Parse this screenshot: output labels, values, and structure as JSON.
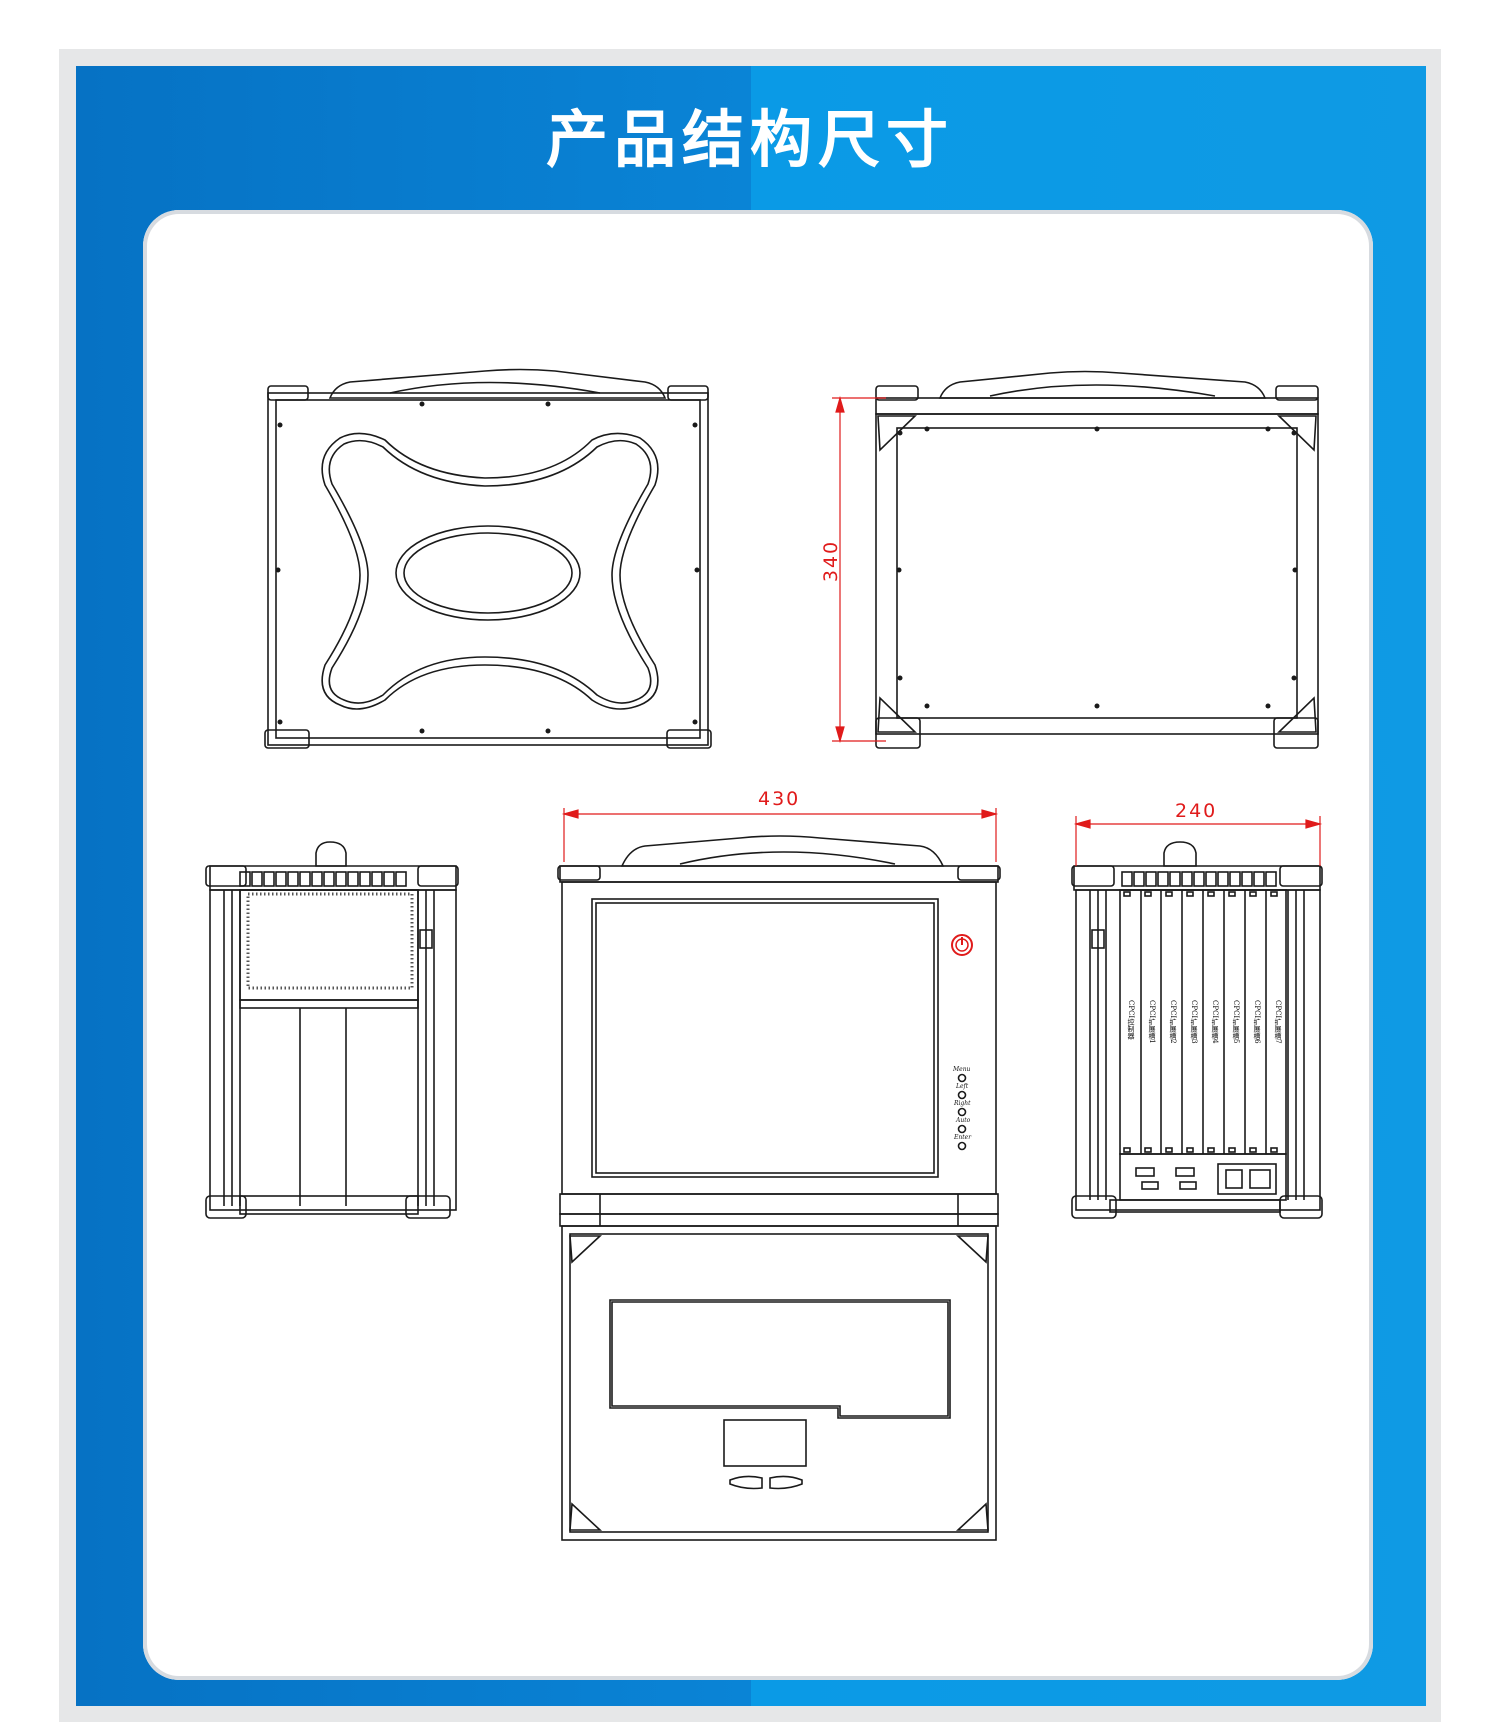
{
  "title": "产品结构尺寸",
  "dimensions": {
    "height": "340",
    "width": "430",
    "depth": "240"
  },
  "front_buttons": [
    "Menu",
    "Left",
    "Right",
    "Auto",
    "Enter"
  ],
  "slot_labels": [
    "CPCI控制器",
    "CPCI扩展槽1",
    "CPCI扩展槽2",
    "CPCI扩展槽3",
    "CPCI扩展槽4",
    "CPCI扩展槽5",
    "CPCI扩展槽6",
    "CPCI扩展槽7"
  ],
  "colors": {
    "frame_left": "#0672c4",
    "frame_right": "#0a9ae6",
    "dimension": "#e01b1b",
    "power_button": "#e01b1b"
  }
}
